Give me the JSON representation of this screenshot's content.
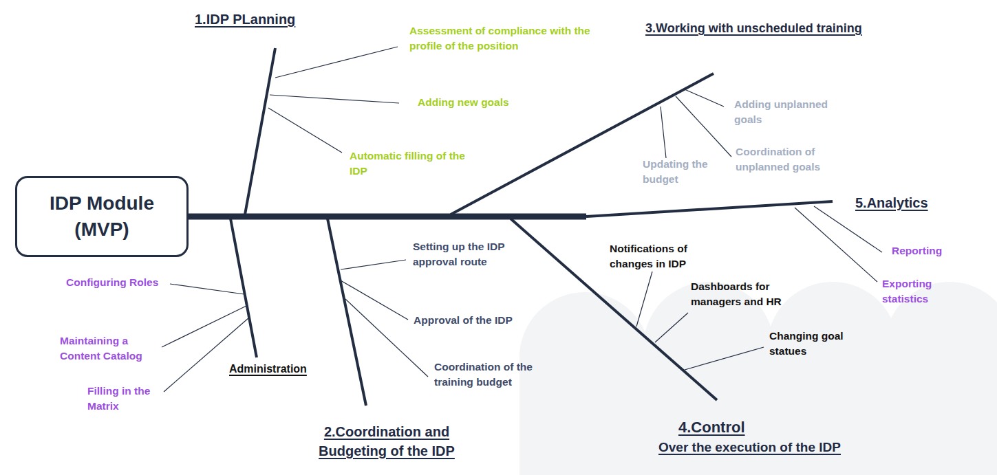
{
  "diagram": {
    "nodes": [
      {
        "text": [
          "IDP Module (MVP)"
        ]
      }
    ],
    "labels": [
      "1.IDP PLanning",
      "Assessment of compliance with the profile of the position",
      "Adding new goals",
      "Automatic filling of the IDP",
      "3.Working with unscheduled training",
      "Adding unplanned goals",
      "Coordination of unplanned goals",
      "Updating the budget",
      "5.Analytics",
      "Reporting",
      "Exporting statistics",
      "Notifications of changes in IDP",
      "Dashboards for managers and HR",
      "Changing goal statues",
      "Setting up the IDP approval route",
      "Approval of the IDP",
      "Coordination of the training budget",
      "Configuring Roles",
      "Maintaining a Content Catalog",
      "Filling in the Matrix",
      "Administration",
      "2.Coordination and Budgeting of the IDP",
      "4.Control",
      "Over the execution of the IDP"
    ]
  }
}
